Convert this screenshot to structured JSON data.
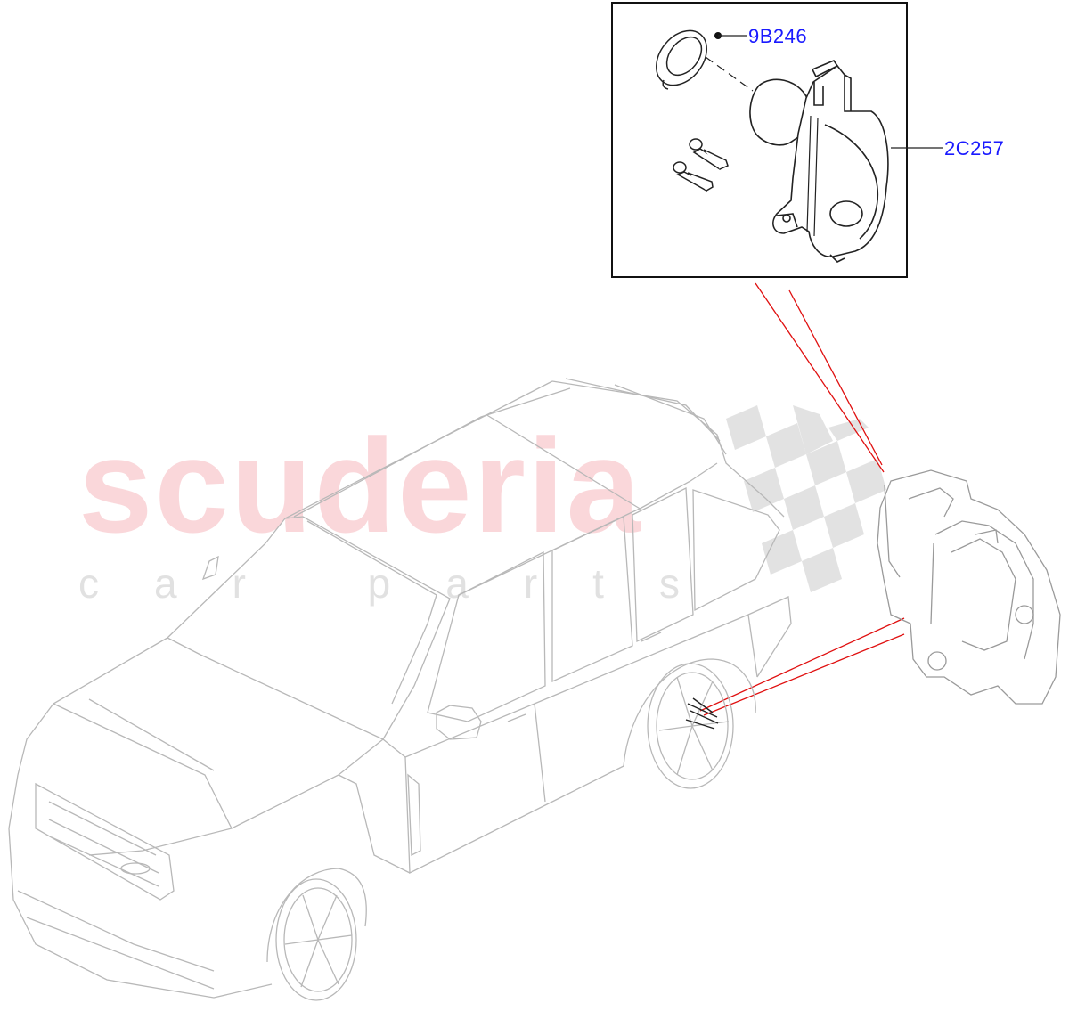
{
  "watermark": {
    "title": "scuderia",
    "subtitle": "car parts"
  },
  "callouts": {
    "seal": "9B246",
    "motor": "2C257"
  },
  "colors": {
    "callout_text": "#1a1aff",
    "leader_lines": "#e01010",
    "line_art": "#b8b8b8",
    "part_art": "#222222"
  }
}
